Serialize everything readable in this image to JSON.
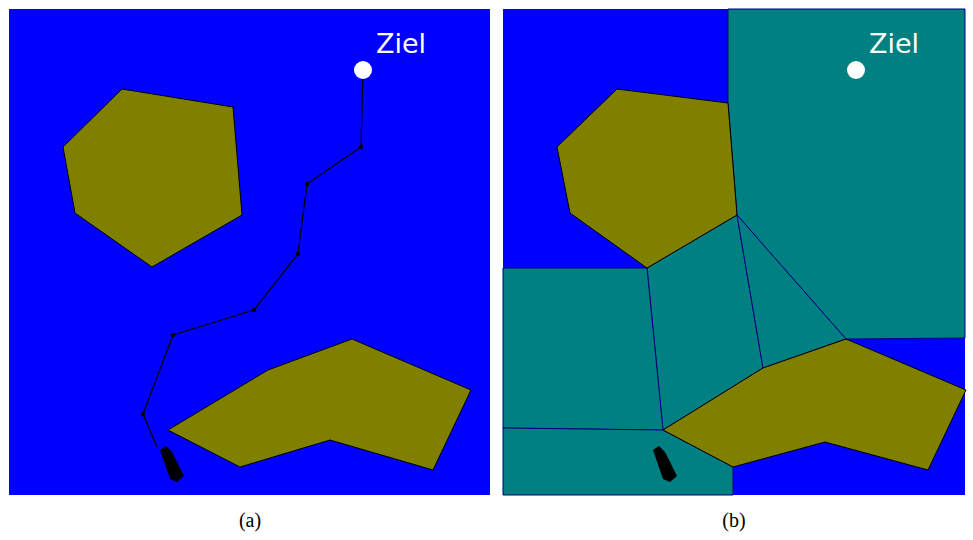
{
  "diagram": {
    "labels": [
      "Ziel",
      "Ziel",
      "(a)",
      "(b)"
    ]
  }
}
